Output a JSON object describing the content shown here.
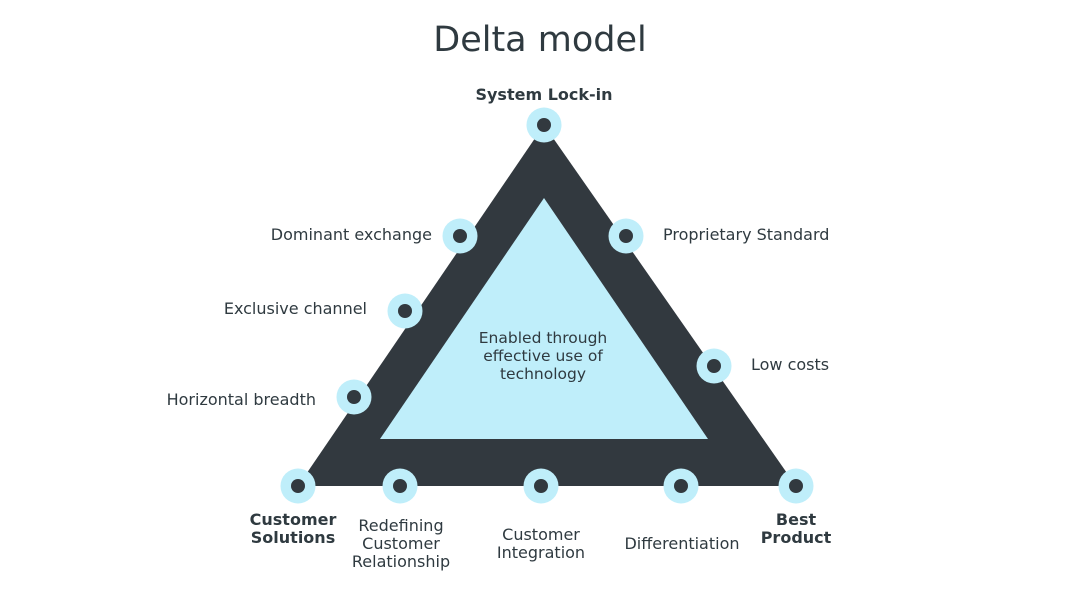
{
  "title": "Delta model",
  "colors": {
    "outer_triangle": "#32393f",
    "inner_triangle": "#bfeefa",
    "node_ring": "#bfeefa",
    "node_dot": "#32393f",
    "text": "#2f3a40"
  },
  "center_text": [
    "Enabled through",
    "effective use of",
    "technology"
  ],
  "vertices": {
    "top": "System Lock-in",
    "bottom_left": [
      "Customer",
      "Solutions"
    ],
    "bottom_right": [
      "Best",
      "Product"
    ]
  },
  "left_side": [
    "Dominant exchange",
    "Exclusive channel",
    "Horizontal breadth"
  ],
  "right_side": [
    "Proprietary Standard",
    "Low costs"
  ],
  "bottom_side": [
    [
      "Redefining",
      "Customer",
      "Relationship"
    ],
    [
      "Customer",
      "Integration"
    ],
    [
      "Differentiation"
    ]
  ]
}
